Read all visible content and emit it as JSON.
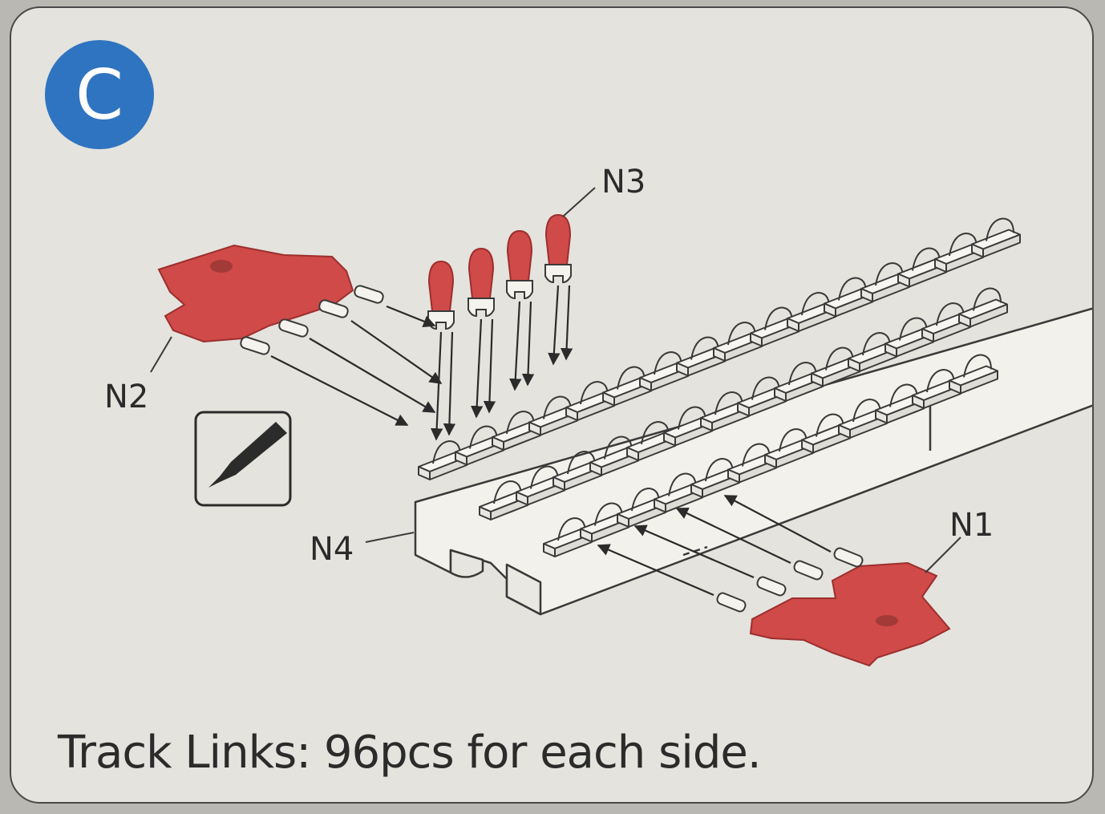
{
  "step": {
    "letter": "C",
    "badge_color": "#2f74c0"
  },
  "labels": {
    "n1": "N1",
    "n2": "N2",
    "n3": "N3",
    "n4": "N4"
  },
  "icons": {
    "tool": "hobby-knife-icon"
  },
  "caption": "Track Links: 96pcs for each side.",
  "colors": {
    "part_red": "#cf4a48",
    "line": "#3a3a3a",
    "panel": "#e4e3de",
    "track": "#f6f5f1"
  }
}
